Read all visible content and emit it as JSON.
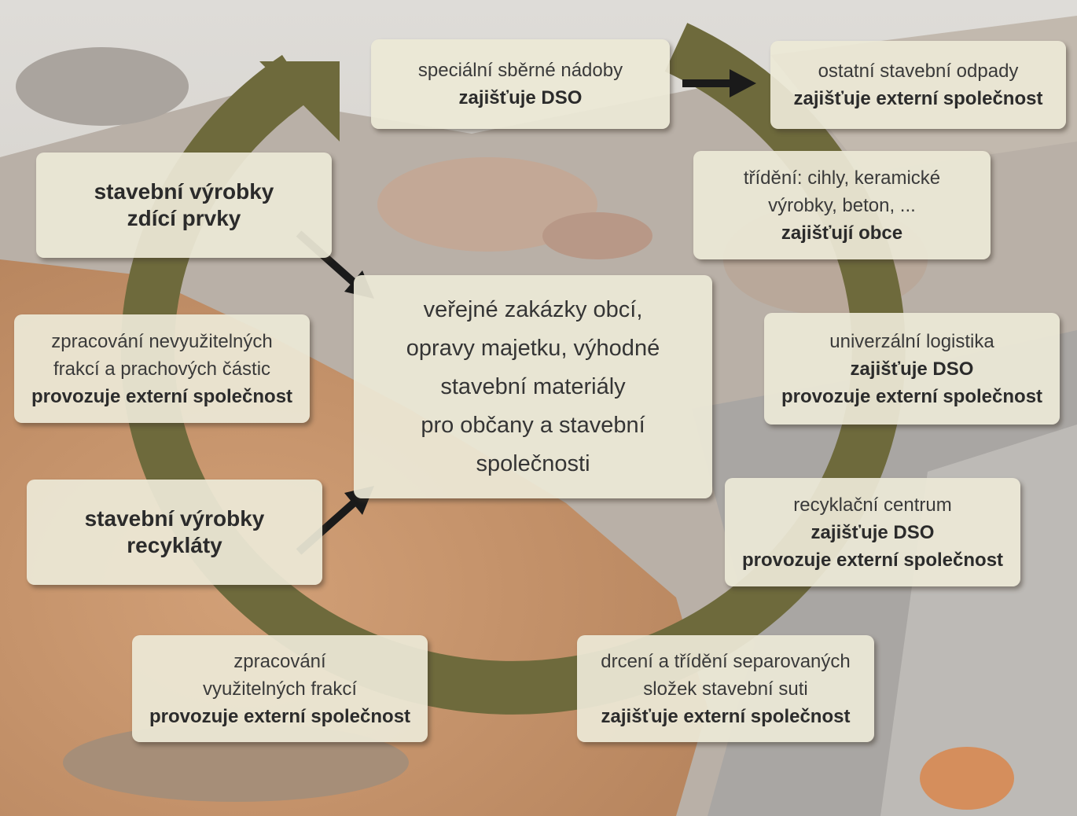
{
  "nodes": [
    {
      "id": "top",
      "lines": [
        "speciální sběrné nádoby",
        "zajišťuje DSO"
      ],
      "bold": [
        1
      ]
    },
    {
      "id": "top-right",
      "lines": [
        "ostatní stavební odpady",
        "zajišťuje externí společnost"
      ],
      "bold": [
        1
      ]
    },
    {
      "id": "sorting",
      "lines": [
        "třídění: cihly, keramické",
        "výrobky, beton, ...",
        "zajišťují obce"
      ],
      "bold": [
        2
      ]
    },
    {
      "id": "logistics",
      "lines": [
        "univerzální logistika",
        "zajišťuje DSO",
        "provozuje externí společnost"
      ],
      "bold": [
        1,
        2
      ]
    },
    {
      "id": "recycling-center",
      "lines": [
        "recyklační centrum",
        "zajišťuje DSO",
        "provozuje externí společnost"
      ],
      "bold": [
        1,
        2
      ]
    },
    {
      "id": "crushing",
      "lines": [
        "drcení a třídění separovaných",
        "složek stavební suti",
        "zajišťuje externí společnost"
      ],
      "bold": [
        2
      ]
    },
    {
      "id": "usable-fractions",
      "lines": [
        "zpracování",
        "využitelných frakcí",
        "provozuje externí společnost"
      ],
      "bold": [
        2
      ]
    },
    {
      "id": "recyclates",
      "lines": [
        "stavební výrobky",
        "recykláty"
      ],
      "bold": [
        0,
        1
      ]
    },
    {
      "id": "unusable-fractions",
      "lines": [
        "zpracování nevyužitelných",
        "frakcí a prachových částic",
        "provozuje externí společnost"
      ],
      "bold": [
        2
      ]
    },
    {
      "id": "masonry",
      "lines": [
        "stavební výrobky",
        "zdící prvky"
      ],
      "bold": [
        0,
        1
      ]
    },
    {
      "id": "center",
      "lines": [
        "veřejné zakázky obcí,",
        "opravy majetku, výhodné",
        "stavební materiály",
        "pro občany a stavební",
        "společnosti"
      ],
      "bold": []
    }
  ],
  "colors": {
    "cycle": "#6e6a3c",
    "box_fill": "#ece8d6",
    "arrow": "#1a1a1a",
    "text": "#3a3a3a"
  }
}
